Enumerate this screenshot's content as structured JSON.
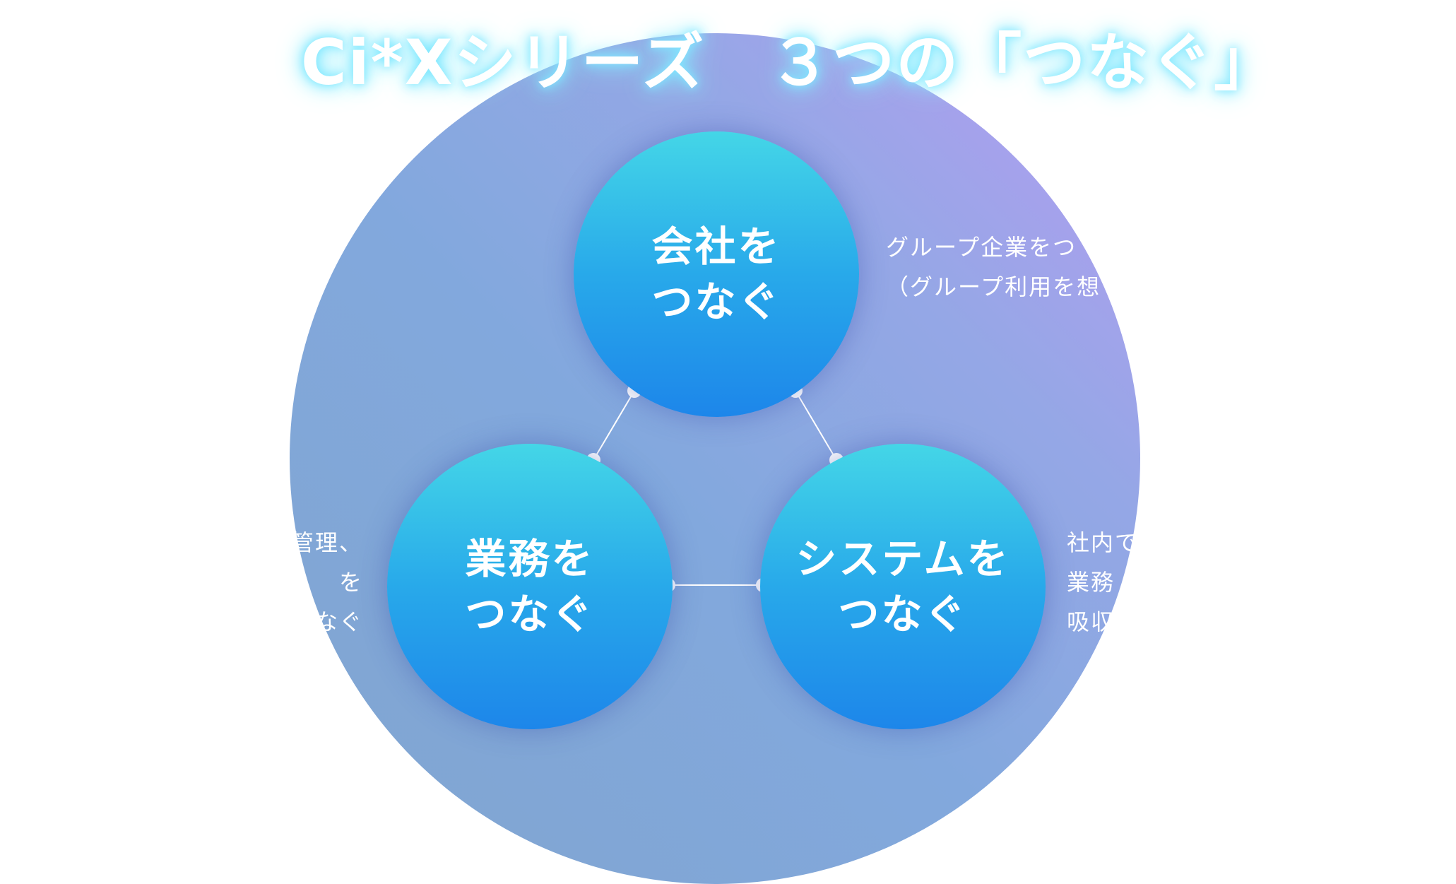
{
  "title": "Ci*Xシリーズ　３つの「つなぐ」",
  "nodes": {
    "top": "会社を\nつなぐ",
    "left": "業務を\nつなぐ",
    "right": "システムを\nつなぐ"
  },
  "descriptions": {
    "top": "グループ企業をつ\n（グループ利用を想",
    "left": "管理、\nを\nなぐ",
    "right": "社内で\n業務\n吸収"
  },
  "colors": {
    "circle_gradient_start": "#b79cf2",
    "circle_gradient_end": "#80a5cf",
    "node_gradient_top": "#44d6e7",
    "node_gradient_bottom": "#1d86ea",
    "title_glow": "#7fe8ff"
  }
}
